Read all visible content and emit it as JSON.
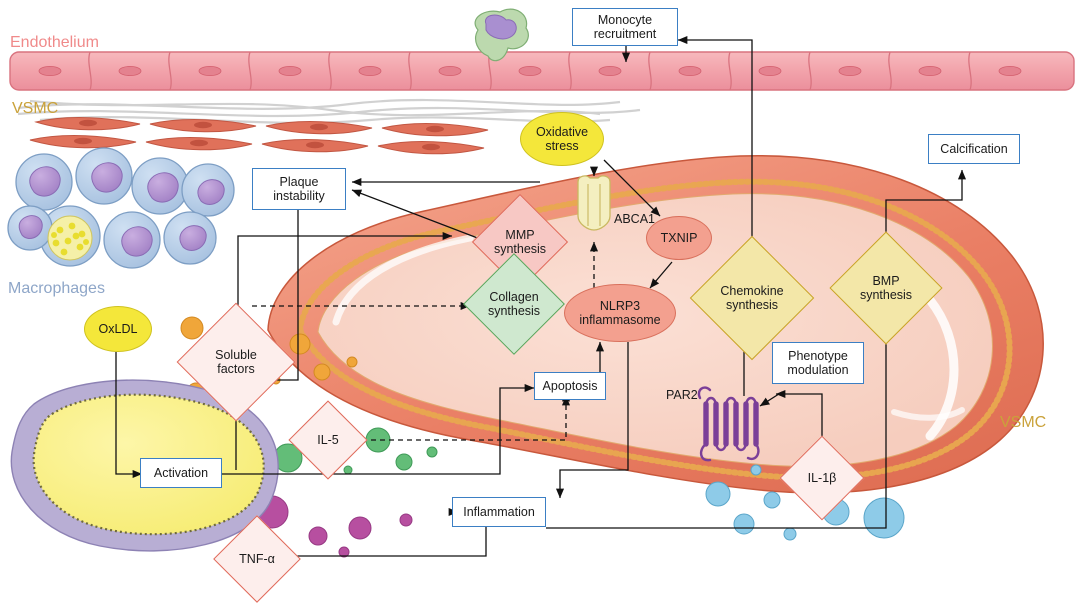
{
  "figure": {
    "title": "Atherosclerotic plaque cell signalling diagram",
    "tissue_labels": [
      {
        "id": "endothelium",
        "text": "Endothelium",
        "color": "#f08a8a"
      },
      {
        "id": "vsmc_left",
        "text": "VSMC",
        "color": "#caa23a"
      },
      {
        "id": "macrophages",
        "text": "Macrophages",
        "color": "#8ea6c8"
      },
      {
        "id": "vsmc_right",
        "text": "VSMC",
        "color": "#caa23a"
      }
    ],
    "box_labels": [
      {
        "id": "monocyte_recruitment",
        "text": "Monocyte recruitment"
      },
      {
        "id": "calcification",
        "text": "Calcification"
      },
      {
        "id": "plaque_instability",
        "text": "Plaque instability"
      },
      {
        "id": "apoptosis",
        "text": "Apoptosis"
      },
      {
        "id": "phenotype_modulation",
        "text": "Phenotype modulation"
      },
      {
        "id": "activation",
        "text": "Activation"
      },
      {
        "id": "inflammation",
        "text": "Inflammation"
      }
    ],
    "diamonds": [
      {
        "id": "mmp_synthesis",
        "text": "MMP synthesis",
        "color": "#f7c8c4"
      },
      {
        "id": "collagen_synthesis",
        "text": "Collagen synthesis",
        "color": "#cfe8cf"
      },
      {
        "id": "chemokine_synthesis",
        "text": "Chemokine synthesis",
        "color": "#f3e7a8"
      },
      {
        "id": "bmp_synthesis",
        "text": "BMP synthesis",
        "color": "#f3e7a8"
      },
      {
        "id": "soluble_factors",
        "text": "Soluble factors",
        "color": "#fdeeec"
      },
      {
        "id": "il5",
        "text": "IL-5",
        "color": "#fdeeec"
      },
      {
        "id": "il1b",
        "text": "IL-1β",
        "color": "#fdeeec"
      },
      {
        "id": "tnfa",
        "text": "TNF-α",
        "color": "#fdeeec"
      }
    ],
    "ellipses": [
      {
        "id": "oxidative_stress",
        "text": "Oxidative stress",
        "color": "#f4e73a"
      },
      {
        "id": "oxldl",
        "text": "OxLDL",
        "color": "#f4e73a"
      },
      {
        "id": "txnip",
        "text": "TXNIP",
        "color": "#f3a08f"
      },
      {
        "id": "nlrp3",
        "text": "NLRP3 inflammasome",
        "color": "#f3a08f"
      }
    ],
    "plain_labels": [
      {
        "id": "abca1",
        "text": "ABCA1"
      },
      {
        "id": "par2",
        "text": "PAR2"
      }
    ]
  }
}
